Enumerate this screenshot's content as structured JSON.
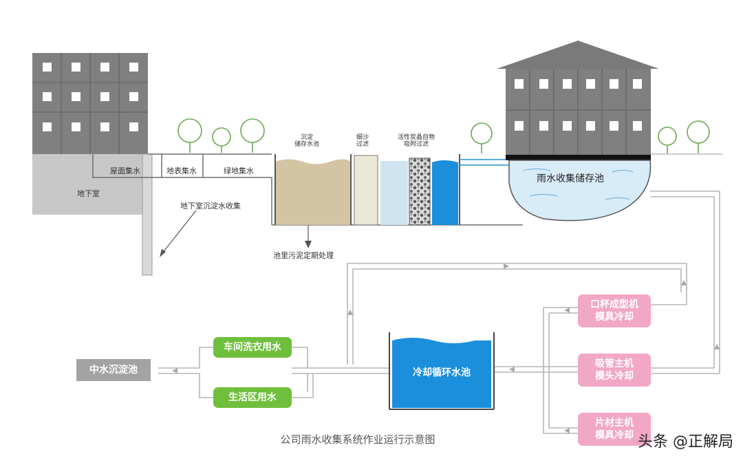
{
  "labels": {
    "basement": "地下室",
    "roof_collect": "屋面集水",
    "ground_collect": "地表集水",
    "green_collect": "绿地集水",
    "basement_sediment": "地下室沉淀水收集",
    "settling_tank": "沉淀\n储存水池",
    "fine_sand": "细沙\n过滤",
    "activated_carbon": "活性炭晶自物\n吸附过滤",
    "sludge": "池里污泥定期处理",
    "rain_tank": "雨水收集储存池"
  },
  "boxes": {
    "cup_mold": "口杯成型机\n模具冷却",
    "straw_mold": "吸管主机\n模头冷却",
    "sheet_mold": "片材主机\n模具冷却",
    "cooling_pool": "冷却循环水池",
    "workshop_laundry": "车间洗衣用水",
    "living_area": "生活区用水",
    "reclaimed_pool": "中水沉淀池"
  },
  "caption": "公司雨水收集系统作业运行示意图",
  "watermark": "头条 @正解局",
  "colors": {
    "building": "#808080",
    "water_blue": "#1b8fdc",
    "pink": "#f2a7c7",
    "green": "#6fbf3c",
    "pipe": "#b5b5b5"
  }
}
